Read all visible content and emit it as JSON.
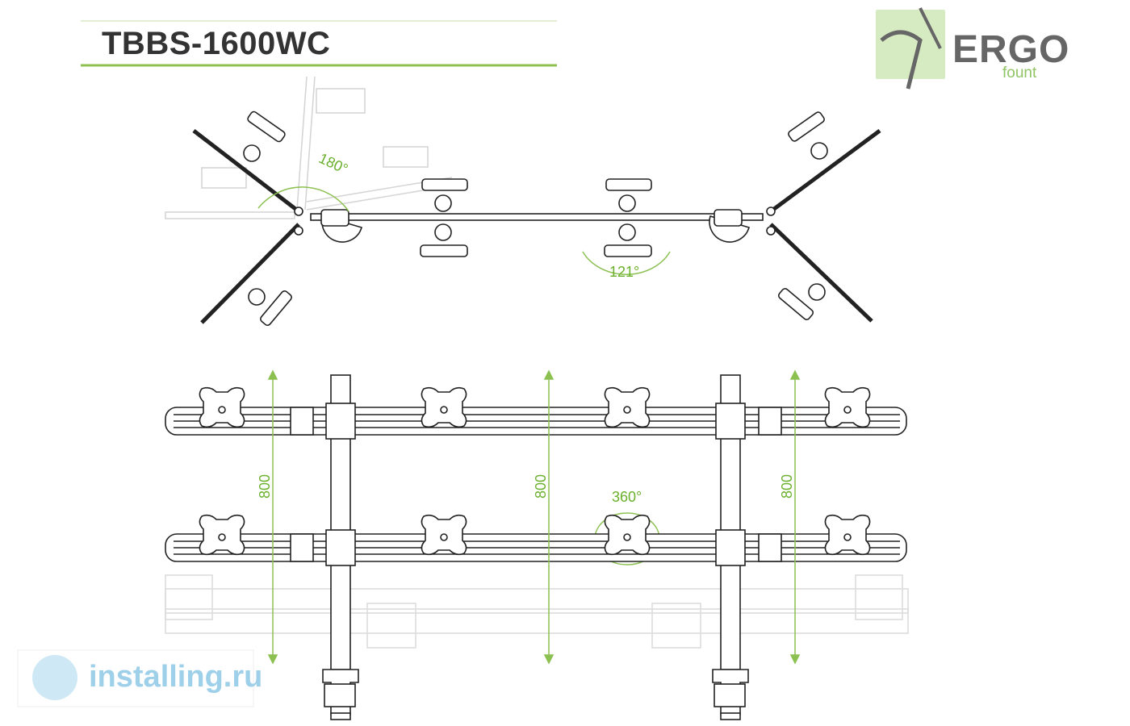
{
  "title": "TBBS-1600WC",
  "logo": {
    "name": "ERGO",
    "sub": "fount"
  },
  "watermark": "installing.ru",
  "angles": {
    "swing": "180°",
    "tilt": "121°",
    "rotate": "360°"
  },
  "dimensions": {
    "left": "800",
    "center": "800",
    "right": "800"
  },
  "colors": {
    "accent": "#8cc152",
    "line": "#222222",
    "ghost": "#d9d9d9",
    "watermark": "#9fd0ea"
  }
}
